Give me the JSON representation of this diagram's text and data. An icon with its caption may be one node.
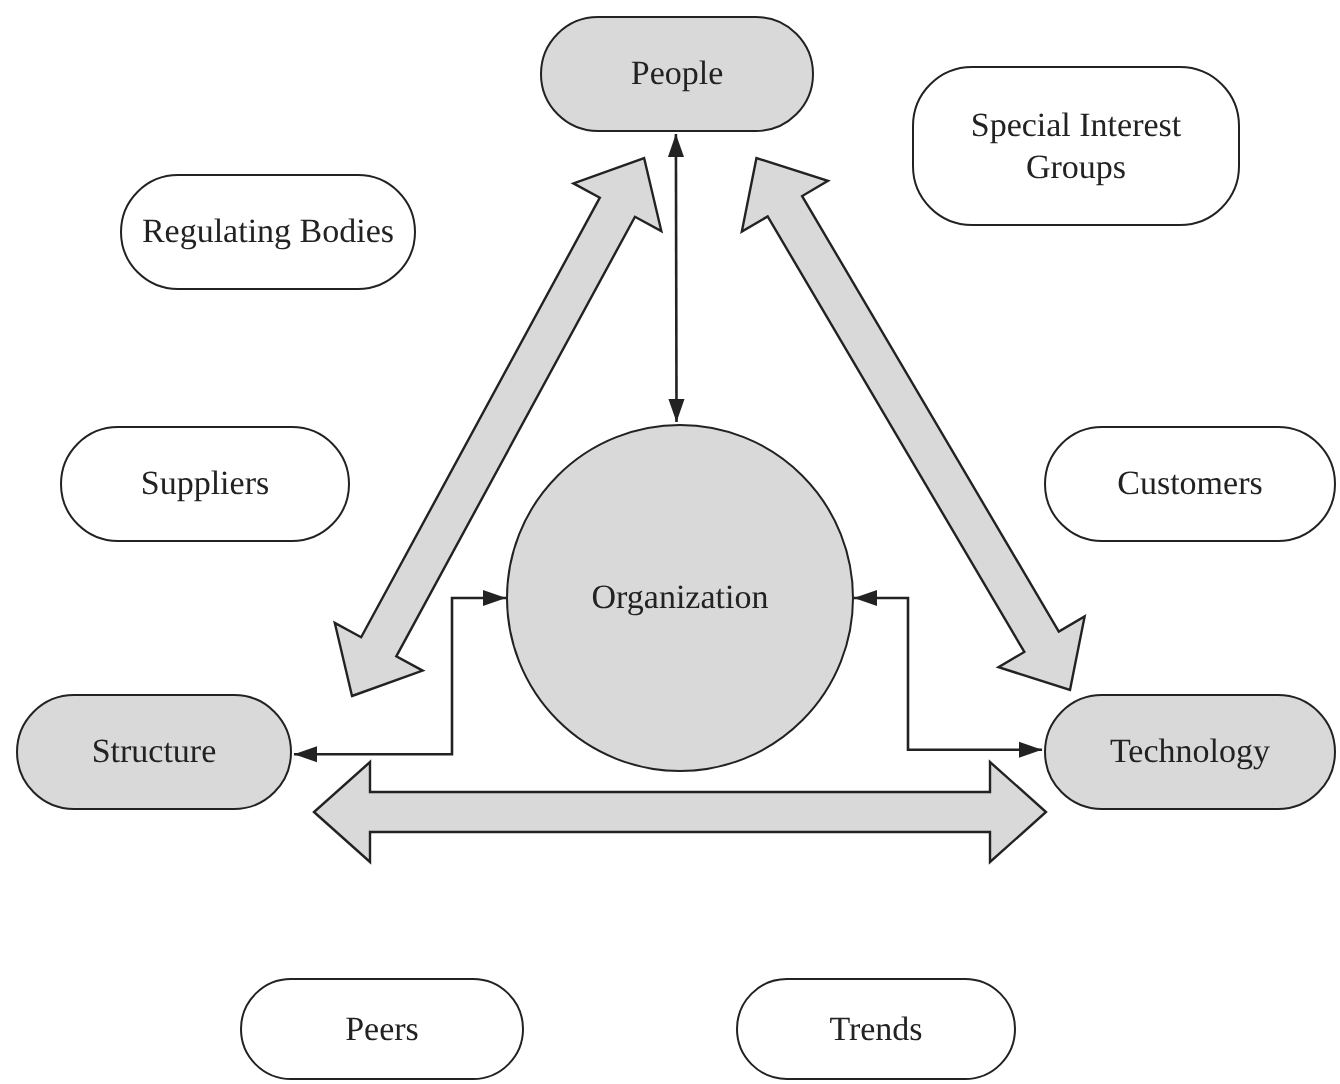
{
  "diagram": {
    "nodes": [
      {
        "text": [
          "People"
        ]
      },
      {
        "text": [
          "Special Interest Groups"
        ]
      },
      {
        "text": [
          "Regulating Bodies"
        ]
      },
      {
        "text": [
          "Suppliers"
        ]
      },
      {
        "text": [
          "Customers"
        ]
      },
      {
        "text": [
          "Organization"
        ]
      },
      {
        "text": [
          "Structure"
        ]
      },
      {
        "text": [
          "Technology"
        ]
      },
      {
        "text": [
          "Peers"
        ]
      },
      {
        "text": [
          "Trends"
        ]
      }
    ],
    "edges": [
      {
        "from": 0,
        "to": 5,
        "arrow": "both"
      },
      {
        "from": 6,
        "to": 0,
        "arrow": "both",
        "style": "thick"
      },
      {
        "from": 0,
        "to": 7,
        "arrow": "both",
        "style": "thick"
      },
      {
        "from": 5,
        "to": 6,
        "arrow": "both"
      },
      {
        "from": 5,
        "to": 7,
        "arrow": "both"
      },
      {
        "from": 6,
        "to": 7,
        "arrow": "both",
        "style": "thick"
      }
    ]
  }
}
